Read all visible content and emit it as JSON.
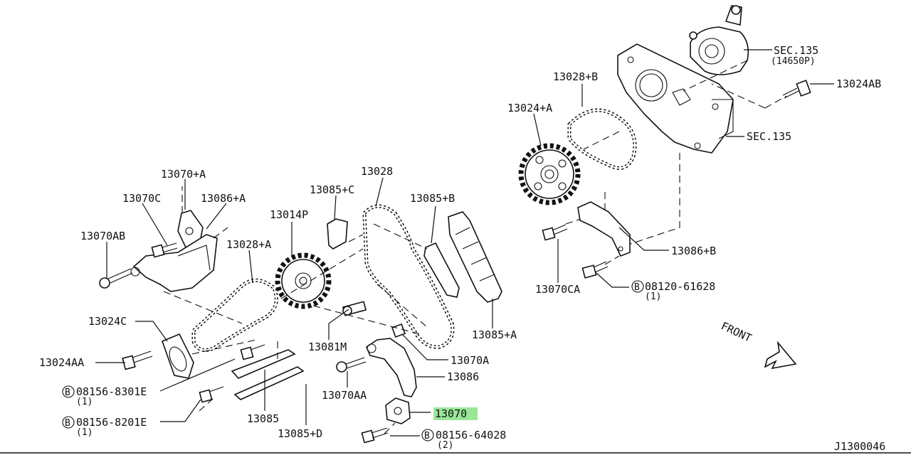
{
  "diagram": {
    "highlight_color": "#99e699",
    "ref_code": "J1300046",
    "front_label": "FRONT",
    "callouts": [
      {
        "id": "sec135-top",
        "text": "SEC.135",
        "sub": "(14650P)"
      },
      {
        "id": "13024ab",
        "text": "13024AB"
      },
      {
        "id": "13028b",
        "text": "13028+B"
      },
      {
        "id": "13024a",
        "text": "13024+A"
      },
      {
        "id": "sec135-mid",
        "text": "SEC.135"
      },
      {
        "id": "13070a-top",
        "text": "13070+A"
      },
      {
        "id": "13028",
        "text": "13028"
      },
      {
        "id": "13070c",
        "text": "13070C"
      },
      {
        "id": "13086a",
        "text": "13086+A"
      },
      {
        "id": "13085c",
        "text": "13085+C"
      },
      {
        "id": "13085b",
        "text": "13085+B"
      },
      {
        "id": "13014p",
        "text": "13014P"
      },
      {
        "id": "13070ab",
        "text": "13070AB"
      },
      {
        "id": "13028a",
        "text": "13028+A"
      },
      {
        "id": "13086b",
        "text": "13086+B"
      },
      {
        "id": "13070ca",
        "text": "13070CA"
      },
      {
        "id": "08120",
        "text": "08120-61628",
        "sub": "(1)",
        "bolt": "B"
      },
      {
        "id": "13024c",
        "text": "13024C"
      },
      {
        "id": "13085a",
        "text": "13085+A"
      },
      {
        "id": "13081m",
        "text": "13081M"
      },
      {
        "id": "13070a",
        "text": "13070A"
      },
      {
        "id": "13024aa",
        "text": "13024AA"
      },
      {
        "id": "13086",
        "text": "13086"
      },
      {
        "id": "08156-8301",
        "text": "08156-8301E",
        "sub": "(1)",
        "bolt": "B"
      },
      {
        "id": "13070aa",
        "text": "13070AA"
      },
      {
        "id": "13070",
        "text": "13070"
      },
      {
        "id": "13085",
        "text": "13085"
      },
      {
        "id": "08156-8201",
        "text": "08156-8201E",
        "sub": "(1)",
        "bolt": "B"
      },
      {
        "id": "13085d",
        "text": "13085+D"
      },
      {
        "id": "08156-64028",
        "text": "08156-64028",
        "sub": "(2)",
        "bolt": "B"
      }
    ]
  }
}
